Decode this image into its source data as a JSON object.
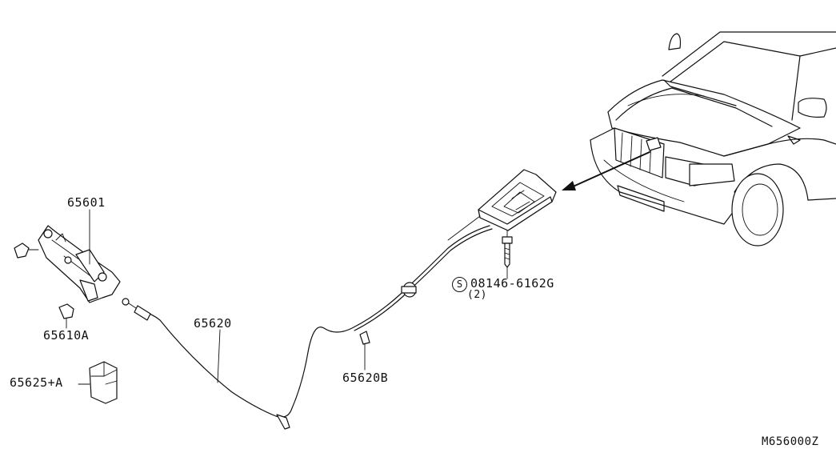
{
  "diagram": {
    "ref_code": "M656000Z",
    "parts": {
      "p65601": "65601",
      "p65610A": "65610A",
      "p65625A": "65625+A",
      "p65620": "65620",
      "p65620B": "65620B",
      "bolt": "08146-6162G",
      "bolt_qty": "(2)",
      "bolt_symbol": "S"
    }
  }
}
